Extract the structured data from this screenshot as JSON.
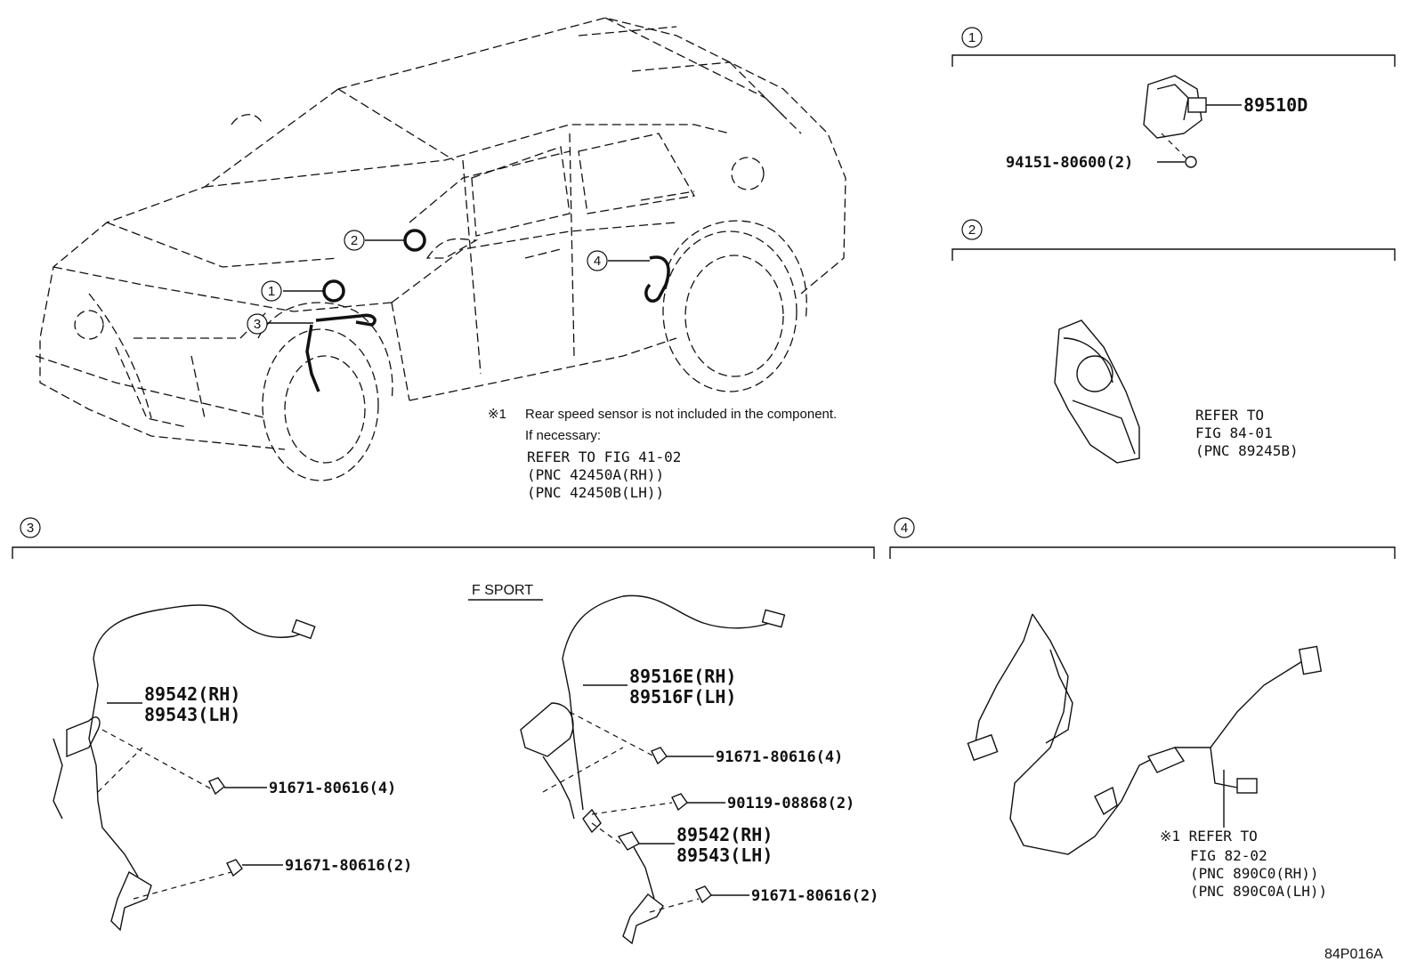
{
  "figure_code": "84P016A",
  "car_callouts": [
    "1",
    "2",
    "3",
    "4"
  ],
  "note": {
    "symbol": "※1",
    "line1": "Rear speed sensor is not included in the component.",
    "line2": "If necessary:",
    "ref1": "REFER TO FIG 41-02",
    "ref2": "(PNC 42450A(RH))",
    "ref3": "(PNC 42450B(LH))"
  },
  "section1": {
    "num": "1",
    "part_main": "89510D",
    "part_screw": "94151-80600(2)"
  },
  "section2": {
    "num": "2",
    "ref1": "REFER TO",
    "ref2": "FIG 84-01",
    "ref3": "(PNC 89245B)"
  },
  "section3": {
    "num": "3",
    "fsport": "F SPORT",
    "left": {
      "pn_rh": "89542(RH)",
      "pn_lh": "89543(LH)",
      "bolt1": "91671-80616(4)",
      "bolt2": "91671-80616(2)"
    },
    "right": {
      "pn_rh": "89516E(RH)",
      "pn_lh": "89516F(LH)",
      "bolt1": "91671-80616(4)",
      "bolt_mid": "90119-08868(2)",
      "sensor_rh": "89542(RH)",
      "sensor_lh": "89543(LH)",
      "bolt2": "91671-80616(2)"
    }
  },
  "section4": {
    "num": "4",
    "ref1": "※1 REFER TO",
    "ref2": "FIG 82-02",
    "ref3": "(PNC 890C0(RH))",
    "ref4": "(PNC 890C0A(LH))"
  }
}
